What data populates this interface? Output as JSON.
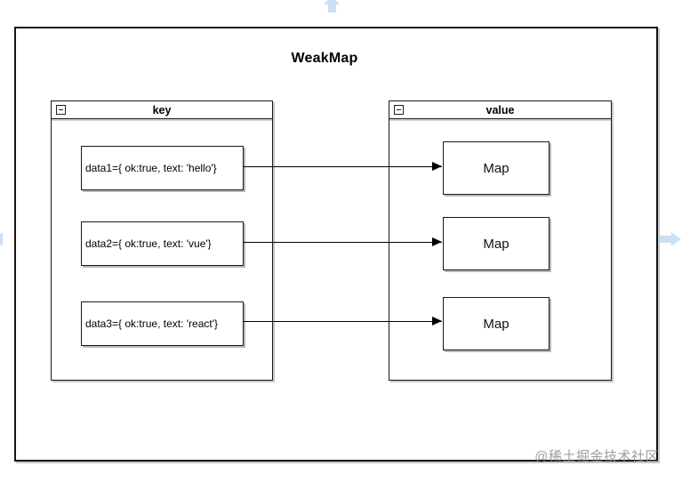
{
  "diagram": {
    "title": "WeakMap",
    "key_window": {
      "title": "key",
      "items": [
        {
          "label": "data1={ ok:true, text: 'hello'}"
        },
        {
          "label": "data2={ ok:true, text: 'vue'}"
        },
        {
          "label": "data3={ ok:true, text: 'react'}"
        }
      ]
    },
    "value_window": {
      "title": "value",
      "items": [
        {
          "label": "Map"
        },
        {
          "label": "Map"
        },
        {
          "label": "Map"
        }
      ]
    },
    "connections": [
      {
        "from": "data1",
        "to": "Map-1"
      },
      {
        "from": "data2",
        "to": "Map-2"
      },
      {
        "from": "data3",
        "to": "Map-3"
      }
    ],
    "colors": {
      "line": "#000000",
      "shape_fill": "#ffffff",
      "nav_arrow": "#c9e0f5",
      "watermark": "#8f8f8f"
    },
    "watermark": "@稀土掘金技术社区"
  }
}
